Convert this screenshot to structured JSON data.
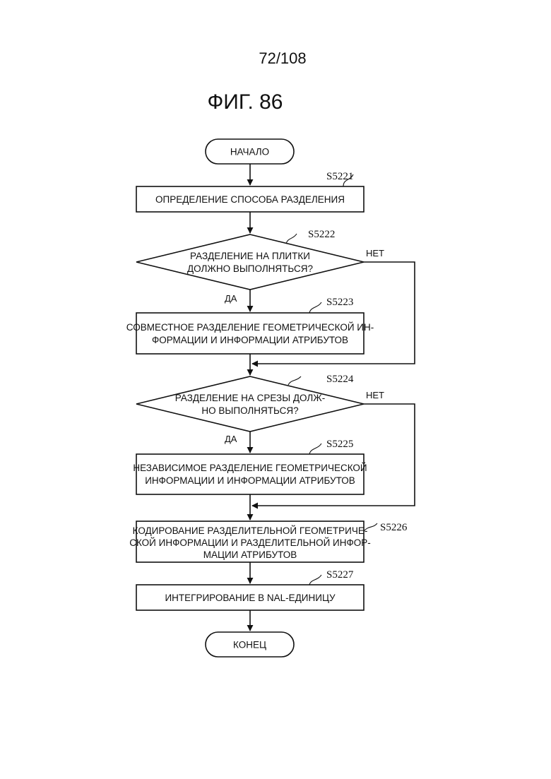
{
  "page_number": "72/108",
  "figure_title": "ФИГ. 86",
  "flowchart": {
    "start": "НАЧАЛО",
    "end": "КОНЕЦ",
    "yes_label": "ДА",
    "no_label": "НЕТ",
    "steps": [
      {
        "id": "S5221",
        "type": "process",
        "lines": [
          "ОПРЕДЕЛЕНИЕ СПОСОБА РАЗДЕЛЕНИЯ"
        ]
      },
      {
        "id": "S5222",
        "type": "decision",
        "lines": [
          "РАЗДЕЛЕНИЕ НА ПЛИТКИ",
          "ДОЛЖНО ВЫПОЛНЯТЬСЯ?"
        ]
      },
      {
        "id": "S5223",
        "type": "process",
        "lines": [
          "СОВМЕСТНОЕ РАЗДЕЛЕНИЕ ГЕОМЕТРИЧЕСКОЙ ИН-",
          "ФОРМАЦИИ И ИНФОРМАЦИИ АТРИБУТОВ"
        ]
      },
      {
        "id": "S5224",
        "type": "decision",
        "lines": [
          "РАЗДЕЛЕНИЕ НА СРЕЗЫ ДОЛЖ-",
          "НО ВЫПОЛНЯТЬСЯ?"
        ]
      },
      {
        "id": "S5225",
        "type": "process",
        "lines": [
          "НЕЗАВИСИМОЕ РАЗДЕЛЕНИЕ ГЕОМЕТРИЧЕСКОЙ",
          "ИНФОРМАЦИИ И ИНФОРМАЦИИ АТРИБУТОВ"
        ]
      },
      {
        "id": "S5226",
        "type": "process",
        "lines": [
          "КОДИРОВАНИЕ РАЗДЕЛИТЕЛЬНОЙ ГЕОМЕТРИЧЕ-",
          "СКОЙ ИНФОРМАЦИИ И РАЗДЕЛИТЕЛЬНОЙ ИНФОР-",
          "МАЦИИ АТРИБУТОВ"
        ]
      },
      {
        "id": "S5227",
        "type": "process",
        "lines": [
          "ИНТЕГРИРОВАНИЕ В NAL-ЕДИНИЦУ"
        ]
      }
    ]
  }
}
